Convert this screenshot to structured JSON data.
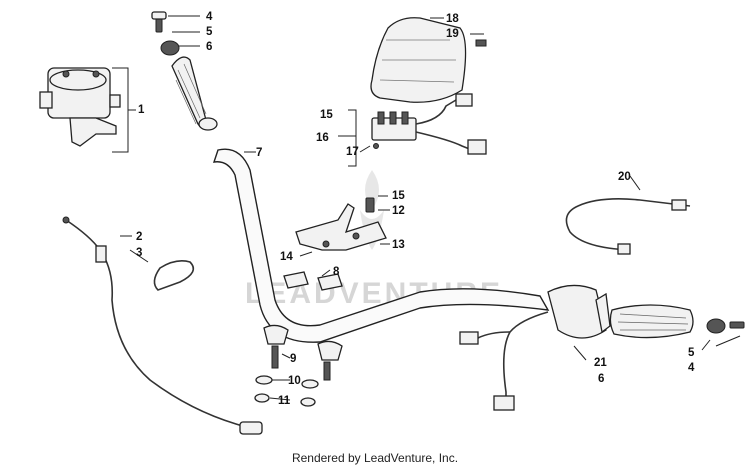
{
  "diagram": {
    "watermark": "LEADVENTURE",
    "footer": "Rendered by LeadVenture, Inc.",
    "callouts": {
      "c1": "1",
      "c2": "2",
      "c3": "3",
      "c4a": "4",
      "c5a": "5",
      "c6a": "6",
      "c7": "7",
      "c8": "8",
      "c9": "9",
      "c10": "10",
      "c11": "11",
      "c12": "12",
      "c13": "13",
      "c14": "14",
      "c15a": "15",
      "c15b": "15",
      "c16": "16",
      "c17": "17",
      "c18": "18",
      "c19": "19",
      "c20": "20",
      "c21": "21",
      "c6b": "6",
      "c5b": "5",
      "c4b": "4"
    }
  }
}
